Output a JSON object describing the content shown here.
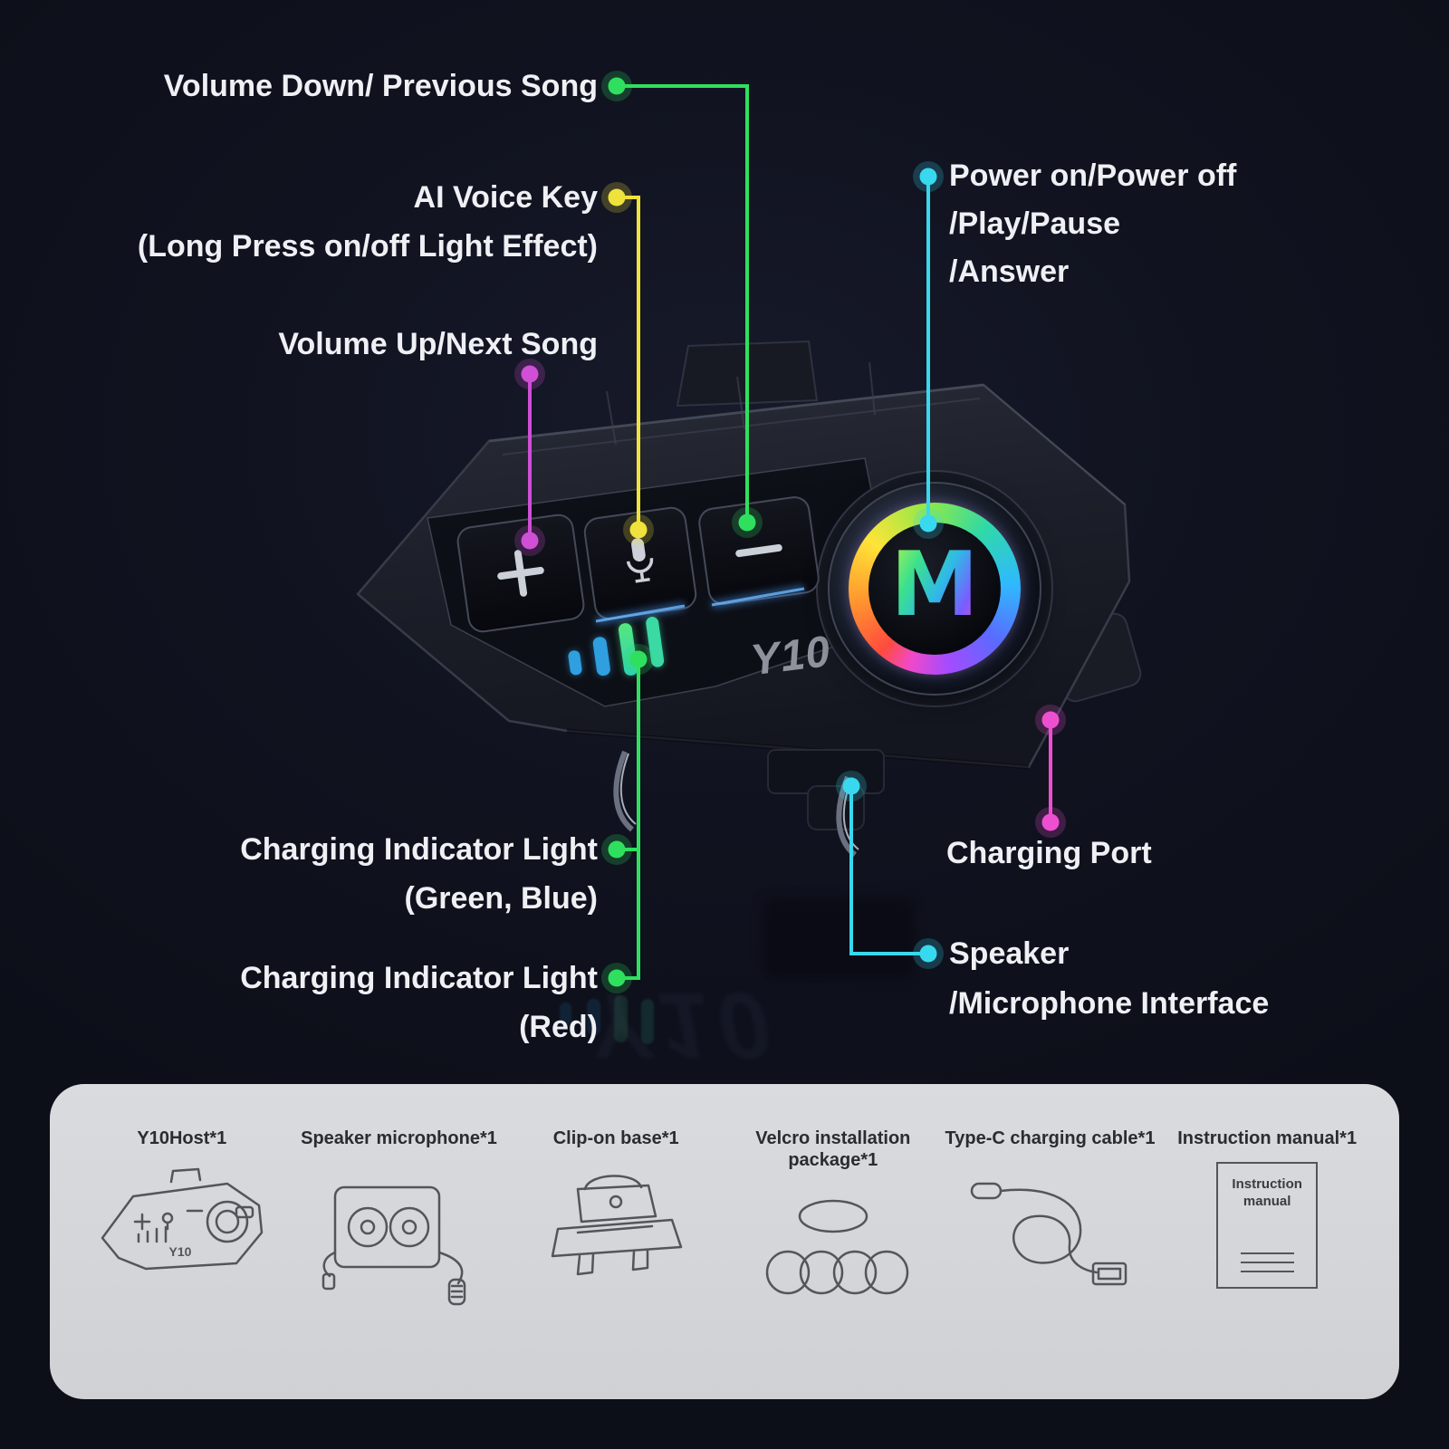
{
  "callouts": {
    "volume_down": {
      "text": "Volume Down/ Previous Song"
    },
    "ai_voice": {
      "line1": "AI Voice Key",
      "line2": "(Long Press on/off Light Effect)"
    },
    "volume_up": {
      "text": "Volume Up/Next Song"
    },
    "power": {
      "line1": "Power on/Power off",
      "line2": "/Play/Pause",
      "line3": "/Answer"
    },
    "charging_indicator_green_blue": {
      "line1": "Charging Indicator Light",
      "line2": "(Green, Blue)"
    },
    "charging_indicator_red": {
      "line1": "Charging Indicator Light",
      "line2": "(Red)"
    },
    "charging_port": {
      "text": "Charging Port"
    },
    "speaker_mic": {
      "line1": "Speaker",
      "line2": "/Microphone Interface"
    }
  },
  "device": {
    "model_label": "Y10",
    "logo_letter": "M"
  },
  "package": {
    "items": [
      {
        "label": "Y10Host*1"
      },
      {
        "label": "Speaker microphone*1"
      },
      {
        "label": "Clip-on base*1"
      },
      {
        "label": "Velcro installation package*1"
      },
      {
        "label": "Type-C charging cable*1"
      },
      {
        "label": "Instruction manual*1"
      }
    ],
    "manual_icon_title": "Instruction manual"
  },
  "colors": {
    "green": "#2fe05e",
    "yellow": "#f0e23c",
    "purple": "#cf4fd6",
    "cyan": "#38d8ee",
    "pink": "#ee4fd0"
  }
}
